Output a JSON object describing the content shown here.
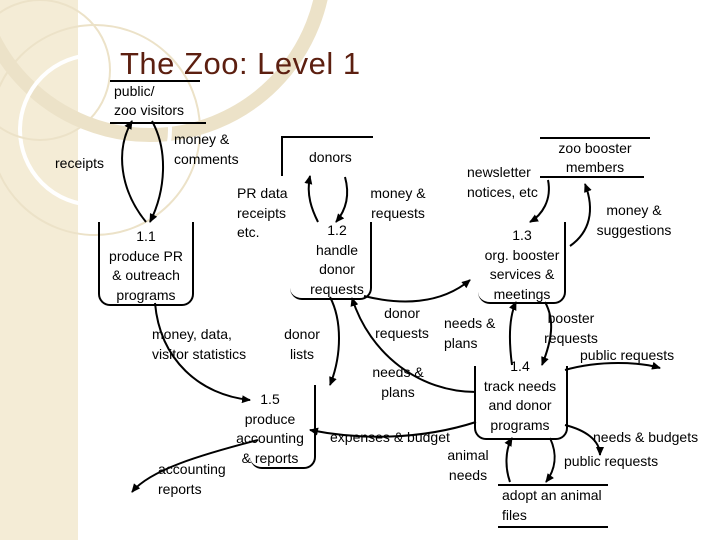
{
  "slide": {
    "title": "The Zoo:  Level 1"
  },
  "entities": {
    "public": [
      "public/",
      "zoo visitors"
    ],
    "donors": "donors",
    "booster_members": [
      "zoo booster",
      "members"
    ]
  },
  "processes": {
    "p1_1": [
      "1.1",
      "produce PR",
      "& outreach",
      "programs"
    ],
    "p1_2": [
      "1.2",
      "handle",
      "donor",
      "requests"
    ],
    "p1_3": [
      "1.3",
      "org. booster",
      "services &",
      "meetings"
    ],
    "p1_4": [
      "1.4",
      "track needs",
      "and donor",
      "programs"
    ],
    "p1_5": [
      "1.5",
      "produce",
      "accounting",
      "& reports"
    ]
  },
  "stores": {
    "adopt": [
      "adopt an animal",
      "files"
    ]
  },
  "flows": {
    "receipts": "receipts",
    "money_comments": [
      "money &",
      "comments"
    ],
    "pr_data": [
      "PR data",
      "receipts",
      "etc."
    ],
    "money_requests": [
      "money &",
      "requests"
    ],
    "newsletter": [
      "newsletter",
      "notices, etc"
    ],
    "money_suggestions": [
      "money &",
      "suggestions"
    ],
    "money_data": [
      "money, data,",
      "visitor statistics"
    ],
    "donor_lists": [
      "donor",
      "lists"
    ],
    "donor_requests": [
      "donor",
      "requests"
    ],
    "needs_plans_top": [
      "needs &",
      "plans"
    ],
    "booster_requests": [
      "booster",
      "requests"
    ],
    "public_requests_top": "public requests",
    "needs_plans_mid": [
      "needs &",
      "plans"
    ],
    "expenses_budget": "expenses & budget",
    "needs_budgets": "needs & budgets",
    "animal_needs": [
      "animal",
      "needs"
    ],
    "public_requests_bottom": "public requests",
    "accounting_reports": [
      "accounting",
      "reports"
    ]
  }
}
